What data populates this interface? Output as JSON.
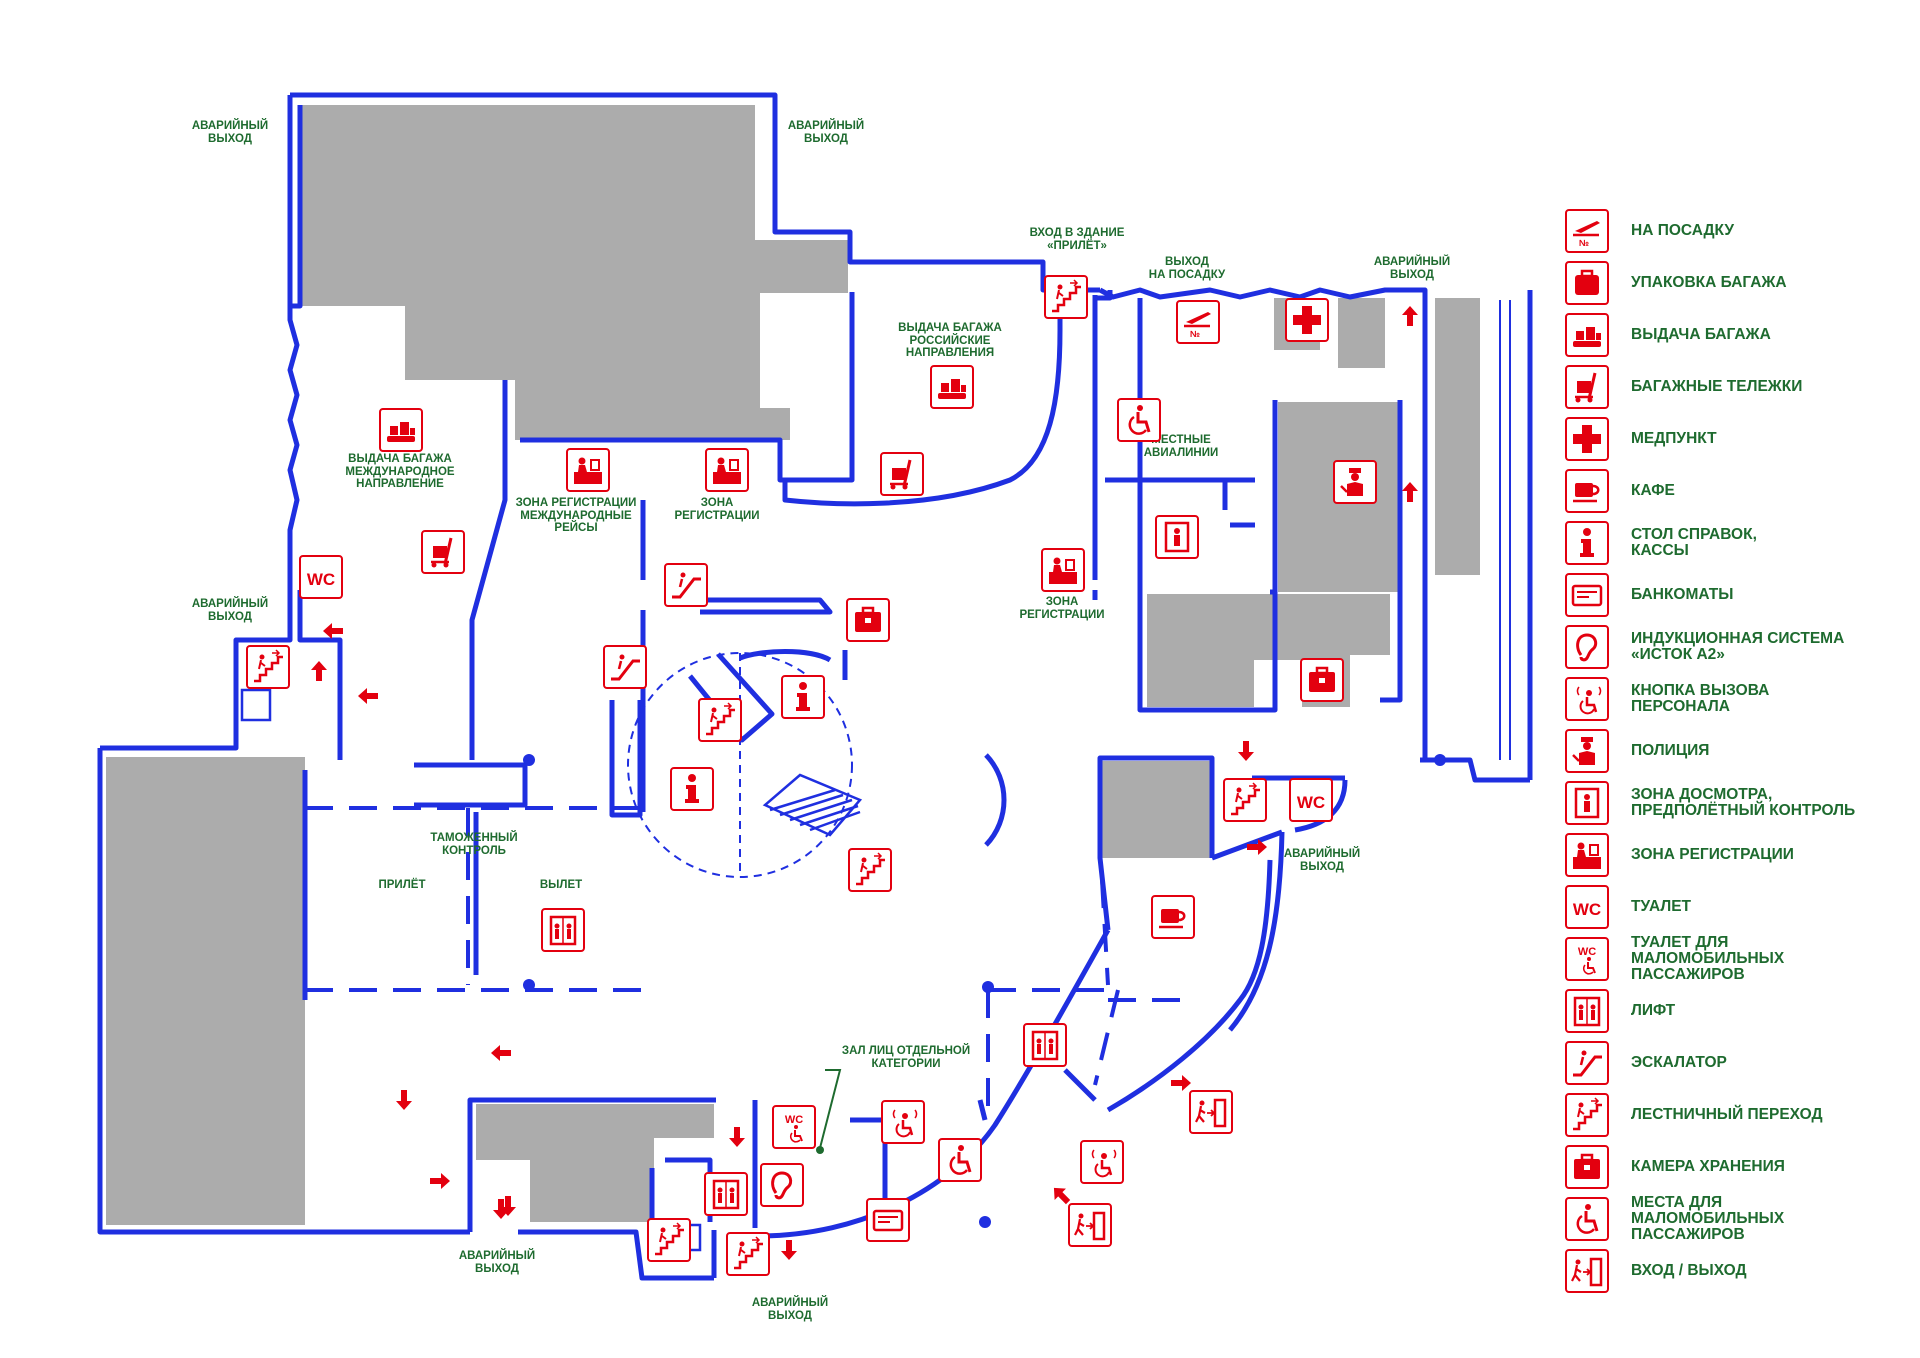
{
  "plan": {
    "labels": [
      {
        "id": "exit-nw1",
        "lines": [
          "АВАРИЙНЫЙ",
          "ВЫХОД"
        ]
      },
      {
        "id": "exit-nw2",
        "lines": [
          "АВАРИЙНЫЙ",
          "ВЫХОД"
        ]
      },
      {
        "id": "entrance-arrival",
        "lines": [
          "ВХОД В ЗДАНИЕ",
          "«ПРИЛЁТ»"
        ]
      },
      {
        "id": "exit-boarding",
        "lines": [
          "ВЫХОД",
          "НА ПОСАДКУ"
        ]
      },
      {
        "id": "exit-ne",
        "lines": [
          "АВАРИЙНЫЙ",
          "ВЫХОД"
        ]
      },
      {
        "id": "baggage-russia",
        "lines": [
          "ВЫДАЧА БАГАЖА",
          "РОССИЙСКИЕ",
          "НАПРАВЛЕНИЯ"
        ]
      },
      {
        "id": "baggage-intl",
        "lines": [
          "ВЫДАЧА БАГАЖА",
          "МЕЖДУНАРОДНОЕ",
          "НАПРАВЛЕНИЕ"
        ]
      },
      {
        "id": "checkin-intl",
        "lines": [
          "ЗОНА РЕГИСТРАЦИИ",
          "МЕЖДУНАРОДНЫЕ",
          "РЕЙСЫ"
        ]
      },
      {
        "id": "checkin-1",
        "lines": [
          "ЗОНА",
          "РЕГИСТРАЦИИ"
        ]
      },
      {
        "id": "local-airlines",
        "lines": [
          "МЕСТНЫЕ",
          "АВИАЛИНИИ"
        ]
      },
      {
        "id": "checkin-2",
        "lines": [
          "ЗОНА",
          "РЕГИСТРАЦИИ"
        ]
      },
      {
        "id": "exit-w",
        "lines": [
          "АВАРИЙНЫЙ",
          "ВЫХОД"
        ]
      },
      {
        "id": "customs",
        "lines": [
          "ТАМОЖЕННЫЙ",
          "КОНТРОЛЬ"
        ]
      },
      {
        "id": "arrival",
        "lines": [
          "ПРИЛЁТ"
        ]
      },
      {
        "id": "departure",
        "lines": [
          "ВЫЛЕТ"
        ]
      },
      {
        "id": "exit-e",
        "lines": [
          "АВАРИЙНЫЙ",
          "ВЫХОД"
        ]
      },
      {
        "id": "vip-hall",
        "lines": [
          "ЗАЛ ЛИЦ ОТДЕЛЬНОЙ",
          "КАТЕГОРИИ"
        ]
      },
      {
        "id": "exit-s1",
        "lines": [
          "АВАРИЙНЫЙ",
          "ВЫХОД"
        ]
      },
      {
        "id": "exit-s2",
        "lines": [
          "АВАРИЙНЫЙ",
          "ВЫХОД"
        ]
      }
    ],
    "colors": {
      "wall": "#1f2fe0",
      "room": "#acacac",
      "sign": "#e3000f",
      "text": "#1e6b2f"
    }
  },
  "legend": [
    {
      "icon": "boarding-icon",
      "lines": [
        "НА ПОСАДКУ"
      ]
    },
    {
      "icon": "baggage-packing-icon",
      "lines": [
        "УПАКОВКА БАГАЖА"
      ]
    },
    {
      "icon": "baggage-claim-icon",
      "lines": [
        "ВЫДАЧА БАГАЖА"
      ]
    },
    {
      "icon": "baggage-trolley-icon",
      "lines": [
        "БАГАЖНЫЕ ТЕЛЕЖКИ"
      ]
    },
    {
      "icon": "first-aid-icon",
      "lines": [
        "МЕДПУНКТ"
      ]
    },
    {
      "icon": "cafe-icon",
      "lines": [
        "КАФЕ"
      ]
    },
    {
      "icon": "info-icon",
      "lines": [
        "СТОЛ СПРАВОК,",
        "КАССЫ"
      ]
    },
    {
      "icon": "atm-icon",
      "lines": [
        "БАНКОМАТЫ"
      ]
    },
    {
      "icon": "hearing-loop-icon",
      "lines": [
        "ИНДУКЦИОННАЯ СИСТЕМА",
        "«ИСТОК А2»"
      ]
    },
    {
      "icon": "call-button-icon",
      "lines": [
        "КНОПКА ВЫЗОВА",
        "ПЕРСОНАЛА"
      ]
    },
    {
      "icon": "police-icon",
      "lines": [
        "ПОЛИЦИЯ"
      ]
    },
    {
      "icon": "security-check-icon",
      "lines": [
        "ЗОНА ДОСМОТРА,",
        "ПРЕДПОЛЁТНЫЙ КОНТРОЛЬ"
      ]
    },
    {
      "icon": "checkin-icon",
      "lines": [
        "ЗОНА РЕГИСТРАЦИИ"
      ]
    },
    {
      "icon": "wc-icon",
      "lines": [
        "ТУАЛЕТ"
      ]
    },
    {
      "icon": "wc-accessible-icon",
      "lines": [
        "ТУАЛЕТ ДЛЯ",
        "МАЛОМОБИЛЬНЫХ",
        "ПАССАЖИРОВ"
      ]
    },
    {
      "icon": "elevator-icon",
      "lines": [
        "ЛИФТ"
      ]
    },
    {
      "icon": "escalator-icon",
      "lines": [
        "ЭСКАЛАТОР"
      ]
    },
    {
      "icon": "stairs-icon",
      "lines": [
        "ЛЕСТНИЧНЫЙ ПЕРЕХОД"
      ]
    },
    {
      "icon": "luggage-storage-icon",
      "lines": [
        "КАМЕРА ХРАНЕНИЯ"
      ]
    },
    {
      "icon": "accessible-seating-icon",
      "lines": [
        "МЕСТА ДЛЯ",
        "МАЛОМОБИЛЬНЫХ",
        "ПАССАЖИРОВ"
      ]
    },
    {
      "icon": "entry-exit-icon",
      "lines": [
        "ВХОД / ВЫХОД"
      ]
    }
  ]
}
